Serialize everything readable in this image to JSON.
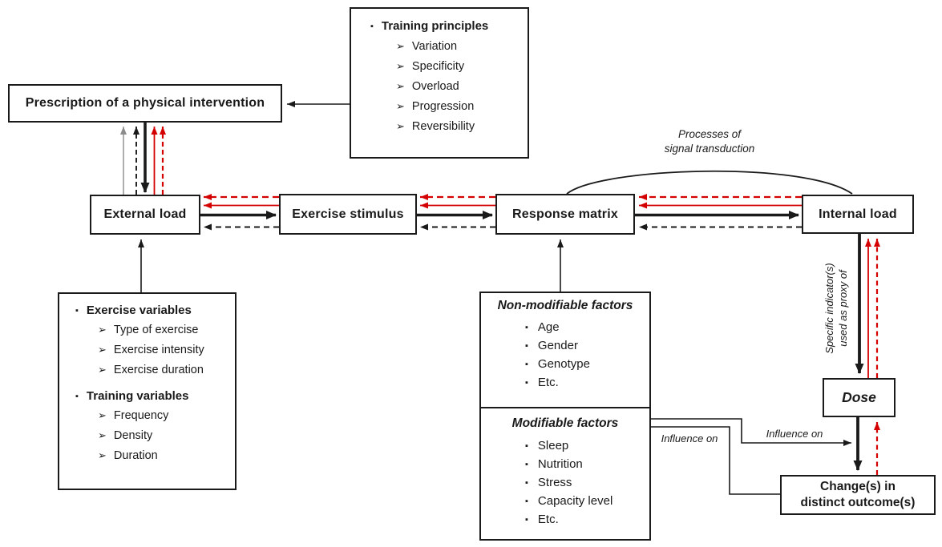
{
  "glyphs": {
    "square_bullet": "▪",
    "arrow_bullet": "➢"
  },
  "colors": {
    "line_black": "#1a1a1a",
    "line_red": "#d40000",
    "line_gray": "#8c8c8c",
    "box_border": "#1a1a1a",
    "background": "#ffffff"
  },
  "boxes": {
    "prescription": {
      "label": "Prescription of a physical intervention"
    },
    "training_principles": {
      "title": "Training principles",
      "items": [
        "Variation",
        "Specificity",
        "Overload",
        "Progression",
        "Reversibility"
      ]
    },
    "external_load": {
      "label": "External load"
    },
    "exercise_stimulus": {
      "label": "Exercise stimulus"
    },
    "response_matrix": {
      "label": "Response matrix"
    },
    "internal_load": {
      "label": "Internal load"
    },
    "variables": {
      "s1": {
        "title": "Exercise variables",
        "items": [
          "Type of exercise",
          "Exercise intensity",
          "Exercise duration"
        ]
      },
      "s2": {
        "title": "Training variables",
        "items": [
          "Frequency",
          "Density",
          "Duration"
        ]
      }
    },
    "factors": {
      "s1": {
        "title": "Non-modifiable factors",
        "items": [
          "Age",
          "Gender",
          "Genotype",
          "Etc."
        ]
      },
      "s2": {
        "title": "Modifiable factors",
        "items": [
          "Sleep",
          "Nutrition",
          "Stress",
          "Capacity level",
          "Etc."
        ]
      }
    },
    "dose": {
      "label": "Dose"
    },
    "outcomes": {
      "line1": "Change(s) in",
      "line2": "distinct outcome(s)"
    }
  },
  "annotations": {
    "signal_transduction": {
      "line1": "Processes of",
      "line2": "signal transduction"
    },
    "proxy": {
      "line1": "Specific indicator(s)",
      "line2": "used as proxy of"
    },
    "influence_on_left": "Influence on",
    "influence_on_right": "Influence on"
  }
}
